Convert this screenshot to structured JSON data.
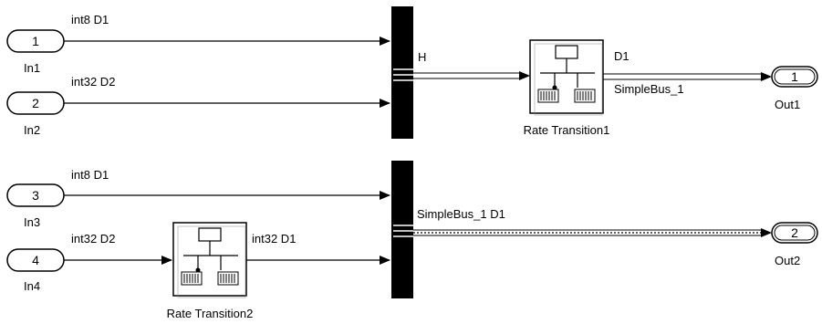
{
  "inports": [
    {
      "num": "1",
      "name": "In1",
      "signal_label": "int8 D1"
    },
    {
      "num": "2",
      "name": "In2",
      "signal_label": "int32 D2"
    },
    {
      "num": "3",
      "name": "In3",
      "signal_label": "int8 D1"
    },
    {
      "num": "4",
      "name": "In4",
      "signal_label": "int32 D2"
    }
  ],
  "outports": [
    {
      "num": "1",
      "name": "Out1"
    },
    {
      "num": "2",
      "name": "Out2"
    }
  ],
  "blocks": {
    "rate_transition1": {
      "name": "Rate Transition1"
    },
    "rate_transition2": {
      "name": "Rate Transition2"
    }
  },
  "signal_labels": {
    "bus1_out": "H",
    "rt1_top": "D1",
    "rt1_bottom": "SimpleBus_1",
    "rt2_out": "int32 D1",
    "bus2_out": "SimpleBus_1 D1"
  }
}
